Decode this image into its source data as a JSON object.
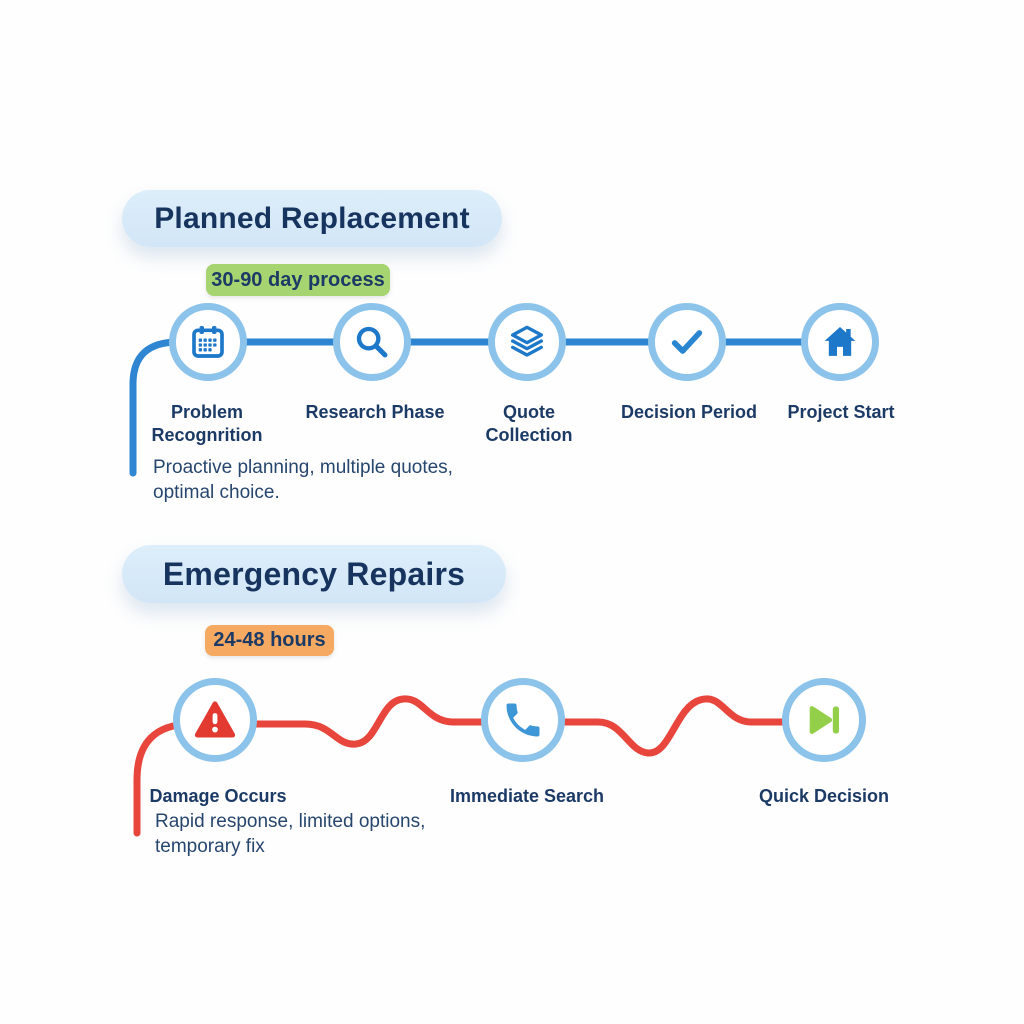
{
  "page": {
    "background": "#fefefe",
    "text_color": "#1c3a66"
  },
  "sections": [
    {
      "title": "Planned Replacement",
      "duration_badge": "30-90 day process",
      "badge_color": "#a6d470",
      "line_color": "#2e86d3",
      "line_style": "straight",
      "steps": [
        {
          "icon": "calendar-icon",
          "label": "Problem Recognrition"
        },
        {
          "icon": "magnifier-icon",
          "label": "Research Phase"
        },
        {
          "icon": "stack-icon",
          "label": "Quote Collection"
        },
        {
          "icon": "checkmark-icon",
          "label": "Decision Period"
        },
        {
          "icon": "home-icon",
          "label": "Project Start"
        }
      ],
      "description": "Proactive planning, multiple quotes, optimal choice."
    },
    {
      "title": "Emergency Repairs",
      "duration_badge": "24-48 hours",
      "badge_color": "#f6aa61",
      "line_color": "#e8463c",
      "line_style": "wavy",
      "steps": [
        {
          "icon": "warning-icon",
          "label": "Damage Occurs"
        },
        {
          "icon": "phone-icon",
          "label": "Immediate Search"
        },
        {
          "icon": "skip-next-icon",
          "label": "Quick Decision"
        }
      ],
      "description": "Rapid response, limited options, temporary fix"
    }
  ],
  "colors": {
    "title_pill_bg": "#d7e9f8",
    "navy_text": "#1c3a66",
    "circle_border": "#8cc3ea",
    "icon_blue": "#1d78ca",
    "phone_blue": "#3d96d6",
    "planned_line": "#2e86d3",
    "emergency_line": "#e8463c",
    "warning_red": "#e23a31",
    "decision_green": "#93cf49",
    "badge_green": "#a6d470",
    "badge_orange": "#f6aa61"
  }
}
